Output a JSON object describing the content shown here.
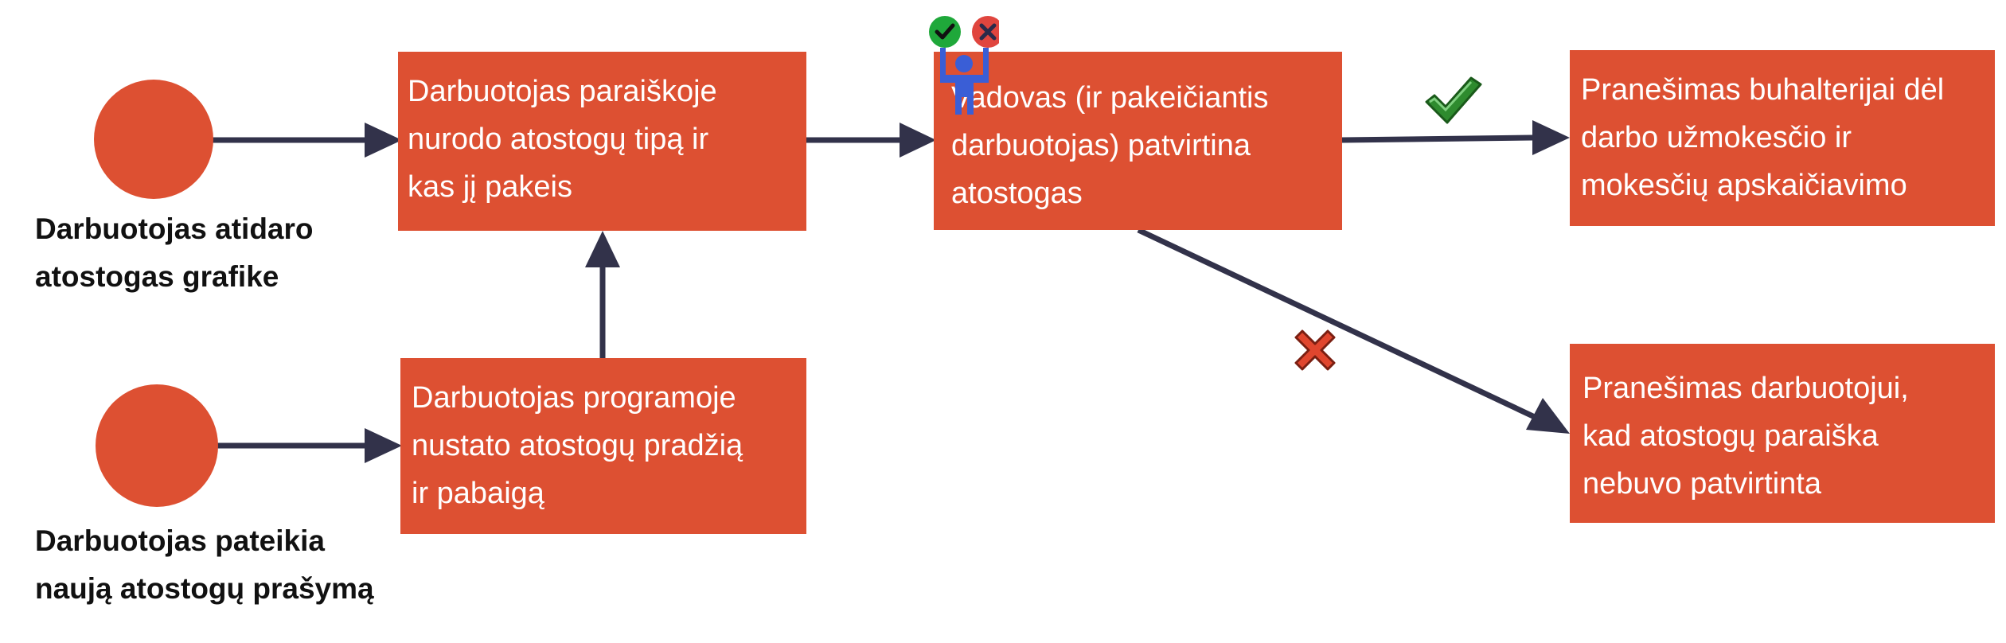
{
  "colors": {
    "box_fill": "#dd5032",
    "box_text": "#ffffff",
    "arrow": "#32324a",
    "check_green": "#2a8a2a",
    "cross_red": "#e0462e",
    "person_blue": "#3a5ed6"
  },
  "start_events": [
    {
      "id": "start-1",
      "label": "Darbuotojas atidaro\natostogas grafike"
    },
    {
      "id": "start-2",
      "label": "Darbuotojas pateikia\nnaują atostogų prašymą"
    }
  ],
  "tasks": [
    {
      "id": "task-specify-type",
      "label": "Darbuotojas paraiškoje\nnurodo atostogų tipą ir\nkas jį pakeis"
    },
    {
      "id": "task-set-dates",
      "label": "Darbuotojas programoje\nnustato atostogų pradžią\nir pabaigą"
    },
    {
      "id": "task-manager-approve",
      "label": "Vadovas (ir pakeičiantis\ndarbuotojas) patvirtina\natostogas"
    },
    {
      "id": "task-notify-accounting",
      "label": "Pranešimas buhalterijai dėl\ndarbo užmokesčio ir\nmokesčių apskaičiavimo"
    },
    {
      "id": "task-notify-employee",
      "label": "Pranešimas darbuotojui,\nkad atostogų paraiška\nnebuvo patvirtinta"
    }
  ],
  "icons": {
    "approver": "person-approval-icon",
    "approve_badge": "check-circle-icon",
    "reject_badge": "x-circle-icon",
    "approved_path": "checkmark-icon",
    "rejected_path": "cross-icon"
  }
}
